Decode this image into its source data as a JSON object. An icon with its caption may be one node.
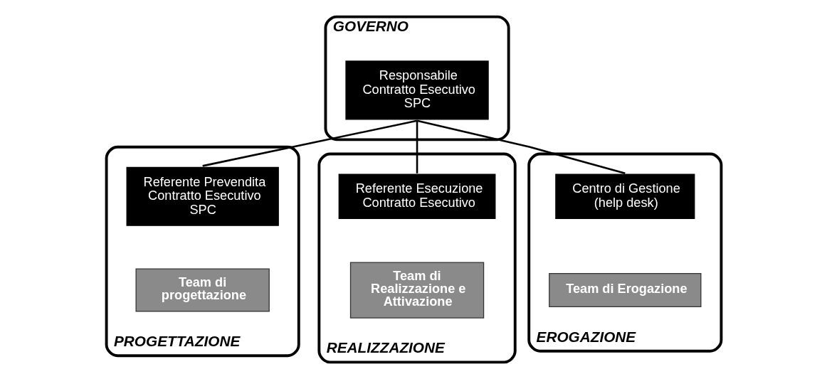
{
  "diagram": {
    "nodes": [
      {
        "text": [
          "GOVERNO"
        ]
      },
      {
        "text": [
          "Responsabile Contratto Esecutivo SPC"
        ],
        "in": 0
      },
      {
        "text": [
          "PROGETTAZIONE"
        ]
      },
      {
        "text": [
          "Referente Prevendita Contratto Esecutivo SPC"
        ],
        "in": 2
      },
      {
        "text": [
          "Team di progettazione"
        ],
        "in": 2
      },
      {
        "text": [
          "REALIZZAZIONE"
        ]
      },
      {
        "text": [
          "Referente Esecuzione Contratto Esecutivo"
        ],
        "in": 5
      },
      {
        "text": [
          "Team di Realizzazione e Attivazione"
        ],
        "in": 5
      },
      {
        "text": [
          "EROGAZIONE"
        ]
      },
      {
        "text": [
          "Centro di Gestione (help desk)"
        ],
        "in": 8
      },
      {
        "text": [
          "Team di Erogazione"
        ],
        "in": 8
      }
    ],
    "edges": [
      {
        "from": 1,
        "to": 3,
        "arrow": "none"
      },
      {
        "from": 1,
        "to": 6,
        "arrow": "none"
      },
      {
        "from": 1,
        "to": 9,
        "arrow": "none"
      }
    ]
  }
}
